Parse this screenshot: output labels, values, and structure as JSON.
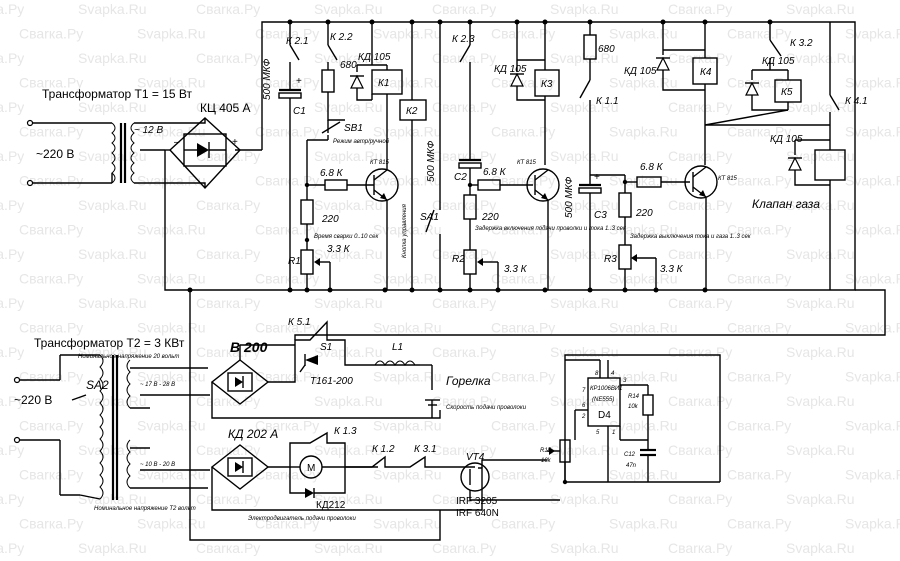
{
  "watermark": [
    "Сваrка.Ру",
    "Svapka.Ru"
  ],
  "labels": {
    "t1_title": "Трансформатор Т1 = 15 Вт",
    "t1_secondary": "~ 12 В",
    "mains_1": "~220 В",
    "bridge_1": "КЦ 405 А",
    "k21": "К 2.1",
    "k22": "К 2.2",
    "c1_val": "500 МКФ",
    "c1": "С1",
    "r680_1": "680",
    "kd105_1": "КД 105",
    "k1": "К1",
    "sb1": "SB1",
    "sb1_note": "Режим автр/ручной",
    "r68_1": "6.8 К",
    "kt815_1": "КТ 815",
    "r220_1": "220",
    "note_weld_time": "Время сварки 0..10 сек",
    "r1": "R1",
    "r33_1": "3.3 К",
    "k2": "К2",
    "btn_note": "Кнопка управления",
    "sa1": "SA1",
    "k23": "К 2.3",
    "c2_val": "500 МКФ",
    "c2": "С2",
    "kd105_2": "КД 105",
    "k3": "К3",
    "r68_2": "6.8 К",
    "kt815_2": "КТ 815",
    "r220_2": "220",
    "note_delay_wire": "Задержка включения подачи проволки и тока 1..3 сек",
    "r2": "R2",
    "r33_2": "3.3 К",
    "r680_2": "680",
    "k11": "К 1.1",
    "c3_val": "500 МКФ",
    "c3": "С3",
    "r68_3": "6.8 К",
    "r220_3": "220",
    "note_delay_gas": "Задержка выключения тока и газа 1..3 сек",
    "r3": "R3",
    "r33_3": "3.3 К",
    "kd105_3": "КД 105",
    "k4": "К4",
    "kt815_3": "КТ 815",
    "k32": "К 3.2",
    "kd105_4": "КД 105",
    "k5": "К5",
    "k41": "К 4.1",
    "kd105_5": "КД 105",
    "gas_valve": "Клапан газа",
    "t2_title": "Трансформатор Т2 = 3 КВт",
    "t2_note_top": "Номинальное напряжение 20 вольт",
    "t2_note_bottom": "Номинальное напряжение Т2 вольт",
    "sa2": "SA2",
    "mains_2": "~220 В",
    "sec_1": "~ 17 В - 28 В",
    "sec_2": "~ 10 В - 20 В",
    "k51": "К 5.1",
    "b200": "В 200",
    "s1": "S1",
    "t161": "Т161-200",
    "l1": "L1",
    "torch": "Горелка",
    "speed_note": "Скорость подачи проволоки",
    "kd202": "КД 202 А",
    "k13": "К 1.3",
    "k12": "К 1.2",
    "k31": "К 3.1",
    "vt4": "VТ4",
    "motor": "M",
    "kd212": "КД212",
    "motor_note": "Электродвигатель подачи проволоки",
    "irf3205": "IRF 3205",
    "irf640": "IRF 640N",
    "chip_name": "КР1006ВИ1",
    "chip_alt": "(NE555)",
    "d4": "D4",
    "pin8": "8",
    "pin4": "4",
    "pin3": "3",
    "pin7": "7",
    "pin6": "6",
    "pin2": "2",
    "pin5": "5",
    "pin1": "1",
    "r14": "R14",
    "r14_val": "10k",
    "r15": "R15",
    "r15_val": "10k",
    "c12": "С12",
    "c12_val": "47n"
  }
}
